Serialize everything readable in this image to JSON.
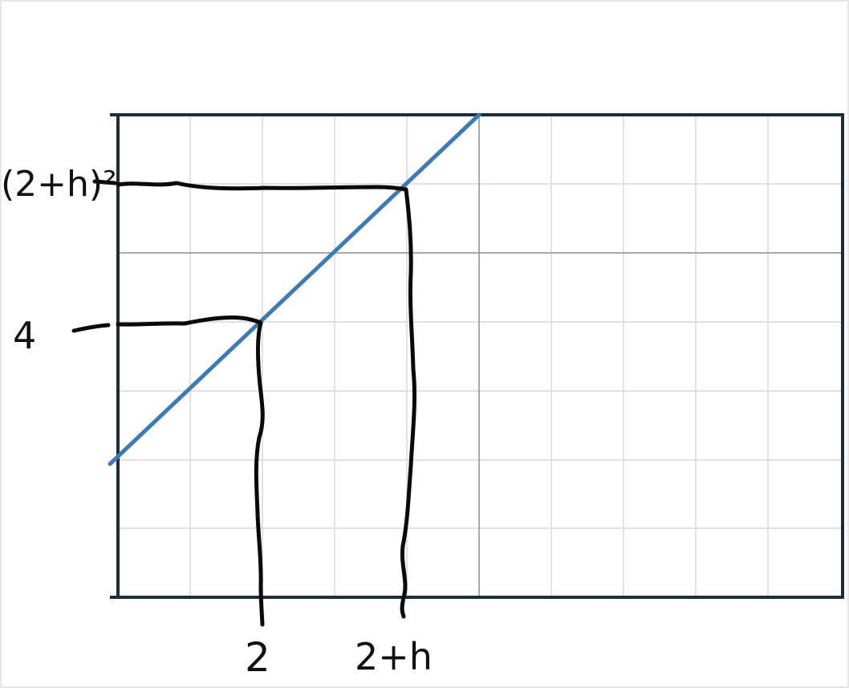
{
  "labels": {
    "y_top": "(2+h)²",
    "y_mid": "4",
    "x_left": "2",
    "x_right": "2+h"
  },
  "colors": {
    "line": "#3e7bb5",
    "grid_minor": "#d5d8da",
    "grid_major": "#8a8f93",
    "axes": "#1c2e38",
    "ink": "#0a0a0a"
  }
}
